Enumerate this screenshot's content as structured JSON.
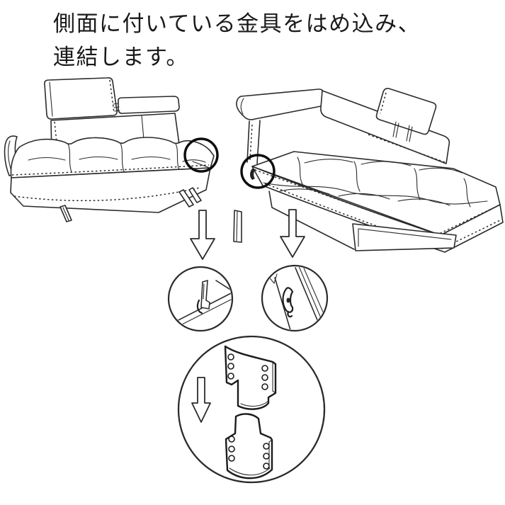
{
  "title": {
    "line1": "側面に付いている金具をはめ込み、",
    "line2": "連結します。"
  },
  "colors": {
    "background": "#ffffff",
    "line": "#2b2b2b",
    "text": "#1a1a1a",
    "highlight_circle": "#0d0d0d"
  },
  "figure": {
    "left_unit": "one-arm sofa section with adjustable headrests",
    "right_unit": "chaise sofa section with adjustable headrest",
    "left_callout": "connector location on right side of sofa",
    "right_callout": "connector location on left side of chaise",
    "left_detail": "hook metal fitting on sofa side",
    "right_detail": "slot metal fitting on chaise side",
    "bottom_detail": "two interlocking metal plates joined by sliding down",
    "screw_holes_per_flange": 3
  }
}
